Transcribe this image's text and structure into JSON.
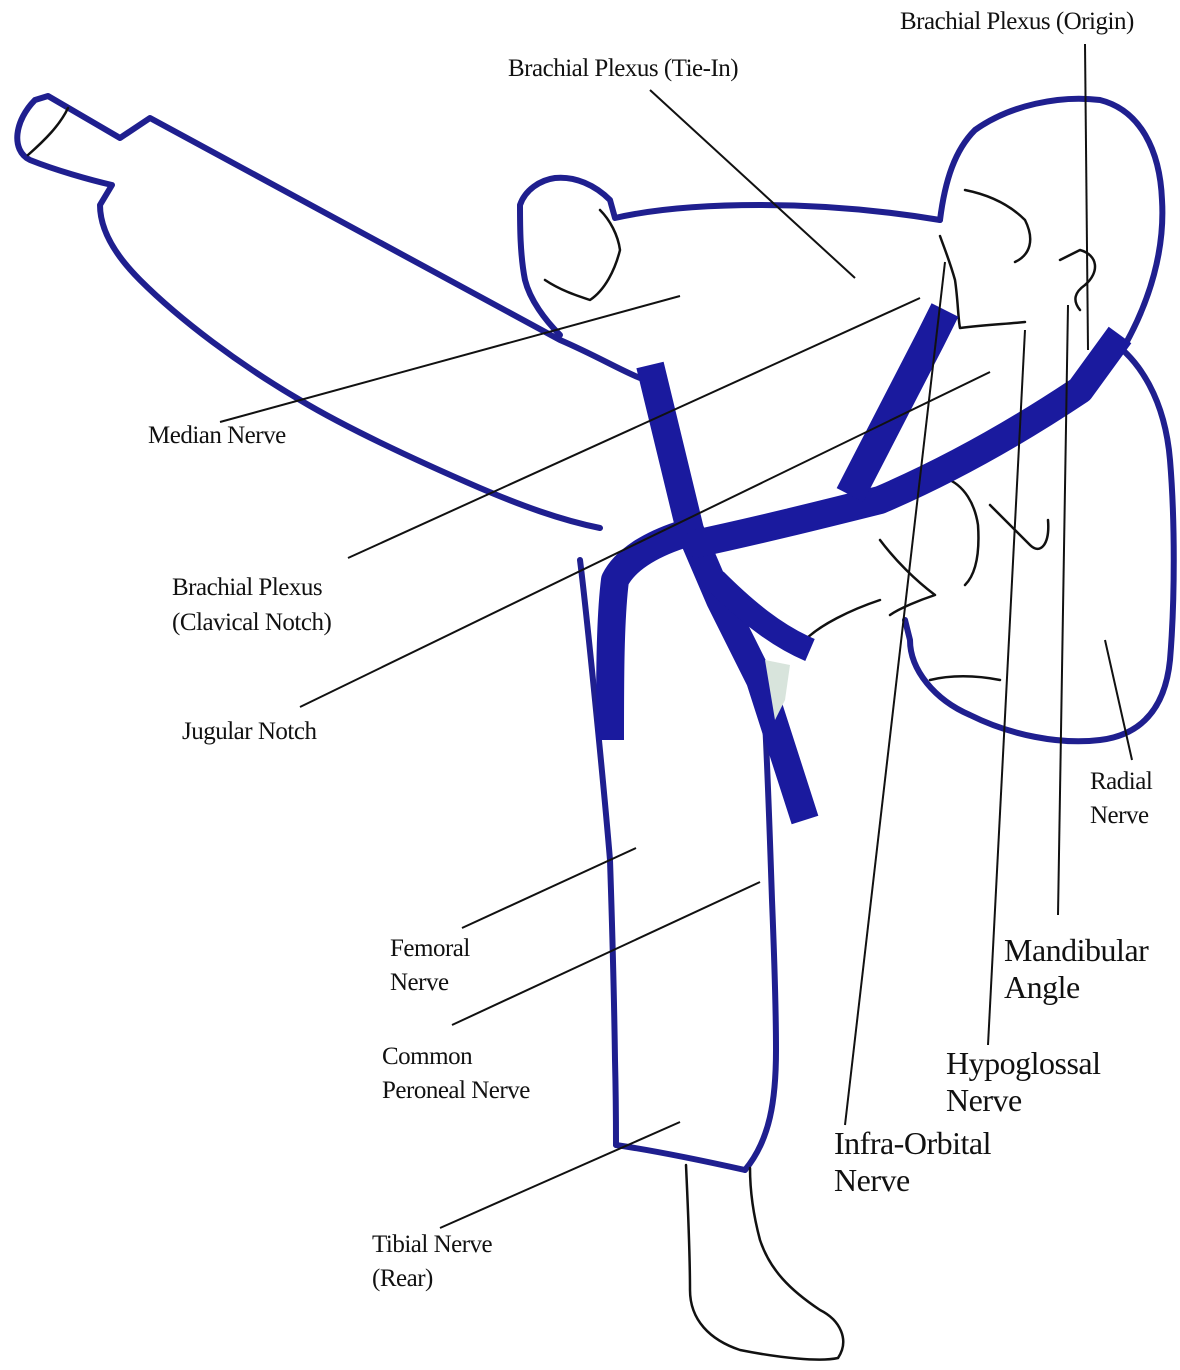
{
  "diagram": {
    "colors": {
      "outline": "#1f1f8f",
      "belt": "#1a1a9e",
      "leader": "#111111",
      "background": "#ffffff"
    },
    "labels": {
      "brachial_origin": "Brachial Plexus (Origin)",
      "brachial_tiein": "Brachial Plexus (Tie-In)",
      "median": "Median Nerve",
      "brachial_clavical": "Brachial Plexus\n (Clavical Notch)",
      "jugular": "Jugular Notch",
      "radial": "Radial\nNerve",
      "femoral": "Femoral\nNerve",
      "peroneal": "Common\nPeroneal Nerve",
      "tibial": "Tibial Nerve\n(Rear)",
      "mandibular": "Mandibular\nAngle",
      "hypoglossal": "Hypoglossal\nNerve",
      "infraorbital": "Infra-Orbital\nNerve"
    }
  }
}
